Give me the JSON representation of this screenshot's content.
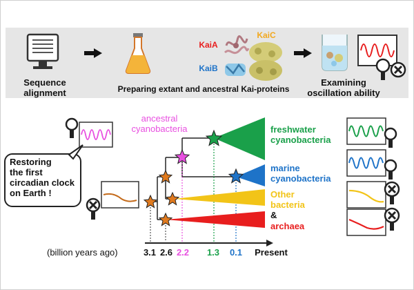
{
  "steps": {
    "alignment": "Sequence\nalignment",
    "preparing": "Preparing extant and ancestral Kai-proteins",
    "examining": "Examining\noscillation ability"
  },
  "proteins": {
    "kaiA": "KaiA",
    "kaiB": "KaiB",
    "kaiC": "KaiC"
  },
  "tree": {
    "ancestral": "ancestral\ncyanobacteria",
    "freshwater": "freshwater\ncyanobacteria",
    "marine": "marine\ncyanobacteria",
    "other": "Other\nbacteria",
    "amp": "&",
    "archaea": "archaea"
  },
  "speech": "Restoring\nthe first\ncircadian clock\non Earth !",
  "timeline": {
    "unit": "(billion years ago)",
    "t31": "3.1",
    "t26": "2.6",
    "t22": "2.2",
    "t13": "1.3",
    "t01": "0.1",
    "present": "Present"
  },
  "colors": {
    "ancestral": "#e84fe0",
    "freshwater": "#1aa04a",
    "marine": "#1e73c8",
    "other": "#f2c418",
    "archaea": "#e81e1e",
    "node": "#e07a1e"
  }
}
